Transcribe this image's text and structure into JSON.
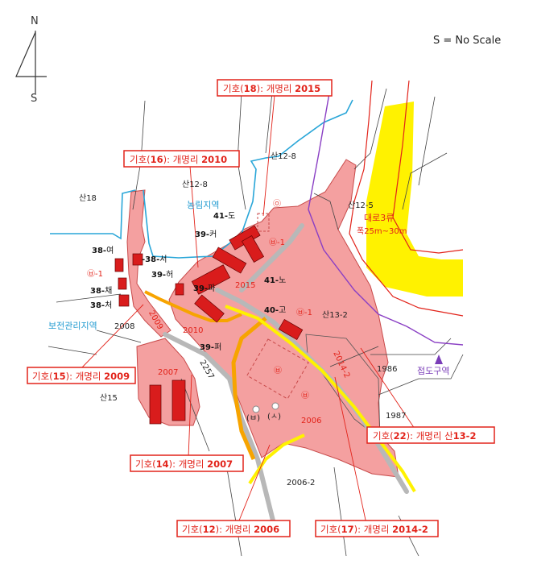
{
  "compass": {
    "north": "N",
    "south": "S"
  },
  "scale_note": "S = No Scale",
  "zones": {
    "farmland": "농림지역",
    "conservation": "보전관리지역",
    "road_class": "대로3류",
    "road_width": "폭25m~30m",
    "contact_zone": "접도구역"
  },
  "callouts": [
    {
      "id": "c18",
      "prefix": "기호(",
      "num": "18",
      "mid": "): 개명리 ",
      "lot": "2015"
    },
    {
      "id": "c16",
      "prefix": "기호(",
      "num": "16",
      "mid": "): 개명리 ",
      "lot": "2010"
    },
    {
      "id": "c15",
      "prefix": "기호(",
      "num": "15",
      "mid": "): 개명리 ",
      "lot": "2009"
    },
    {
      "id": "c22",
      "prefix": "기호(",
      "num": "22",
      "mid": "): 개명리 산",
      "lot": "13-2"
    },
    {
      "id": "c14",
      "prefix": "기호(",
      "num": "14",
      "mid": "): 개명리 ",
      "lot": "2007"
    },
    {
      "id": "c12",
      "prefix": "기호(",
      "num": "12",
      "mid": "): 개명리 ",
      "lot": "2006"
    },
    {
      "id": "c17",
      "prefix": "기호(",
      "num": "17",
      "mid": "): 개명리 ",
      "lot": "2014-2"
    }
  ],
  "parcels": {
    "p_san18": "산18",
    "p_san12_8a": "산12-8",
    "p_san12_8b": "산12-8",
    "p_san12_5": "산12-5",
    "p_san13_2": "산13-2",
    "p_2008": "2008",
    "p_2257": "2257",
    "p_san15": "산15",
    "p_1986": "1986",
    "p_1987": "1987",
    "p_2006_2": "2006-2"
  },
  "red_lots": {
    "l2015": "2015",
    "l2010": "2010",
    "l2009": "2009",
    "l2007": "2007",
    "l2006": "2006",
    "l2014_2": "2014-2"
  },
  "buildings": {
    "b38_yeo": {
      "num": "38-",
      "suf": "여"
    },
    "b38_seo": {
      "num": "-38-",
      "suf": "서"
    },
    "b38_chae": {
      "num": "38-",
      "suf": "채"
    },
    "b38_cheo": {
      "num": "38-",
      "suf": "처"
    },
    "b39_heo": {
      "num": "39-",
      "suf": "허"
    },
    "b39_keo": {
      "num": "39-",
      "suf": "커"
    },
    "b39_pa": {
      "num": "39-",
      "suf": "파"
    },
    "b39_peo": {
      "num": "39-",
      "suf": "퍼"
    },
    "b41_do": {
      "num": "41-",
      "suf": "도"
    },
    "b41_no": {
      "num": "41-",
      "suf": "노"
    },
    "b40_go": {
      "num": "40-",
      "suf": "고"
    }
  },
  "symbols": {
    "s_r1a": "㉥-1",
    "s_r1b": "㉥-1",
    "s_r1c": "㉥-1",
    "s_r": "㉥",
    "s_o": "㉧",
    "s_r2": "㉥",
    "s_b": "(ㅂ)",
    "s_s": "(ㅅ)"
  },
  "colors": {
    "site": "#f4a0a0",
    "site_edge": "#c84a4a",
    "building": "#d91c1c",
    "highway": "#fff200",
    "road_orange": "#f7a400",
    "forest_line": "#29a6d8",
    "zone_line": "#8a3fc4",
    "boundary_red": "#e2231a",
    "grey_road": "#b8b8b8"
  }
}
